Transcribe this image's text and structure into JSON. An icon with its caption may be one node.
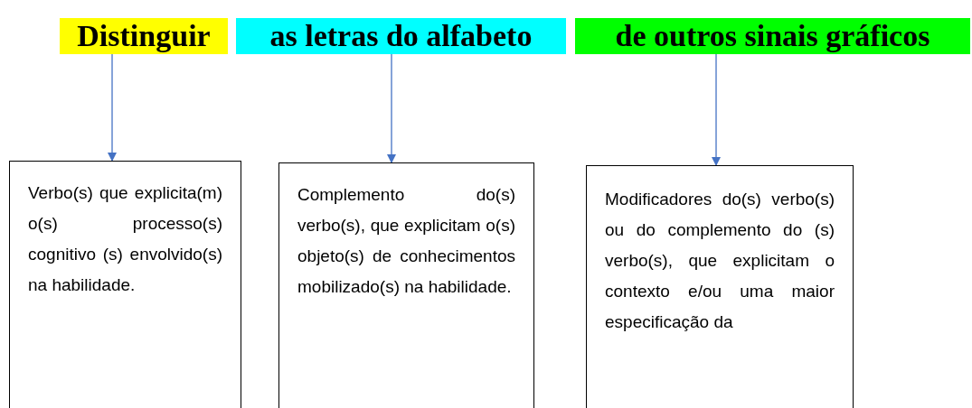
{
  "diagram": {
    "nodes": [
      {
        "text": [
          "Distinguir"
        ]
      },
      {
        "text": [
          "as letras do alfabeto"
        ]
      },
      {
        "text": [
          "de outros sinais gráficos"
        ]
      },
      {
        "text": [
          "Verbo(s) que explicita(m) o(s) processo(s) cognitivo (s) envolvido(s) na habilidade."
        ]
      },
      {
        "text": [
          "Complemento do(s) verbo(s), que explicitam o(s) objeto(s) de conhecimentos mobilizado(s) na habilidade."
        ]
      },
      {
        "text": [
          "Modificadores do(s) verbo(s) ou do complemento do (s) verbo(s), que explicitam o contexto e/ou uma maior especificação da"
        ]
      }
    ],
    "edges": [
      {
        "from": 0,
        "to": 3,
        "arrow": "to"
      },
      {
        "from": 1,
        "to": 4,
        "arrow": "to"
      },
      {
        "from": 2,
        "to": 5,
        "arrow": "to"
      }
    ]
  }
}
